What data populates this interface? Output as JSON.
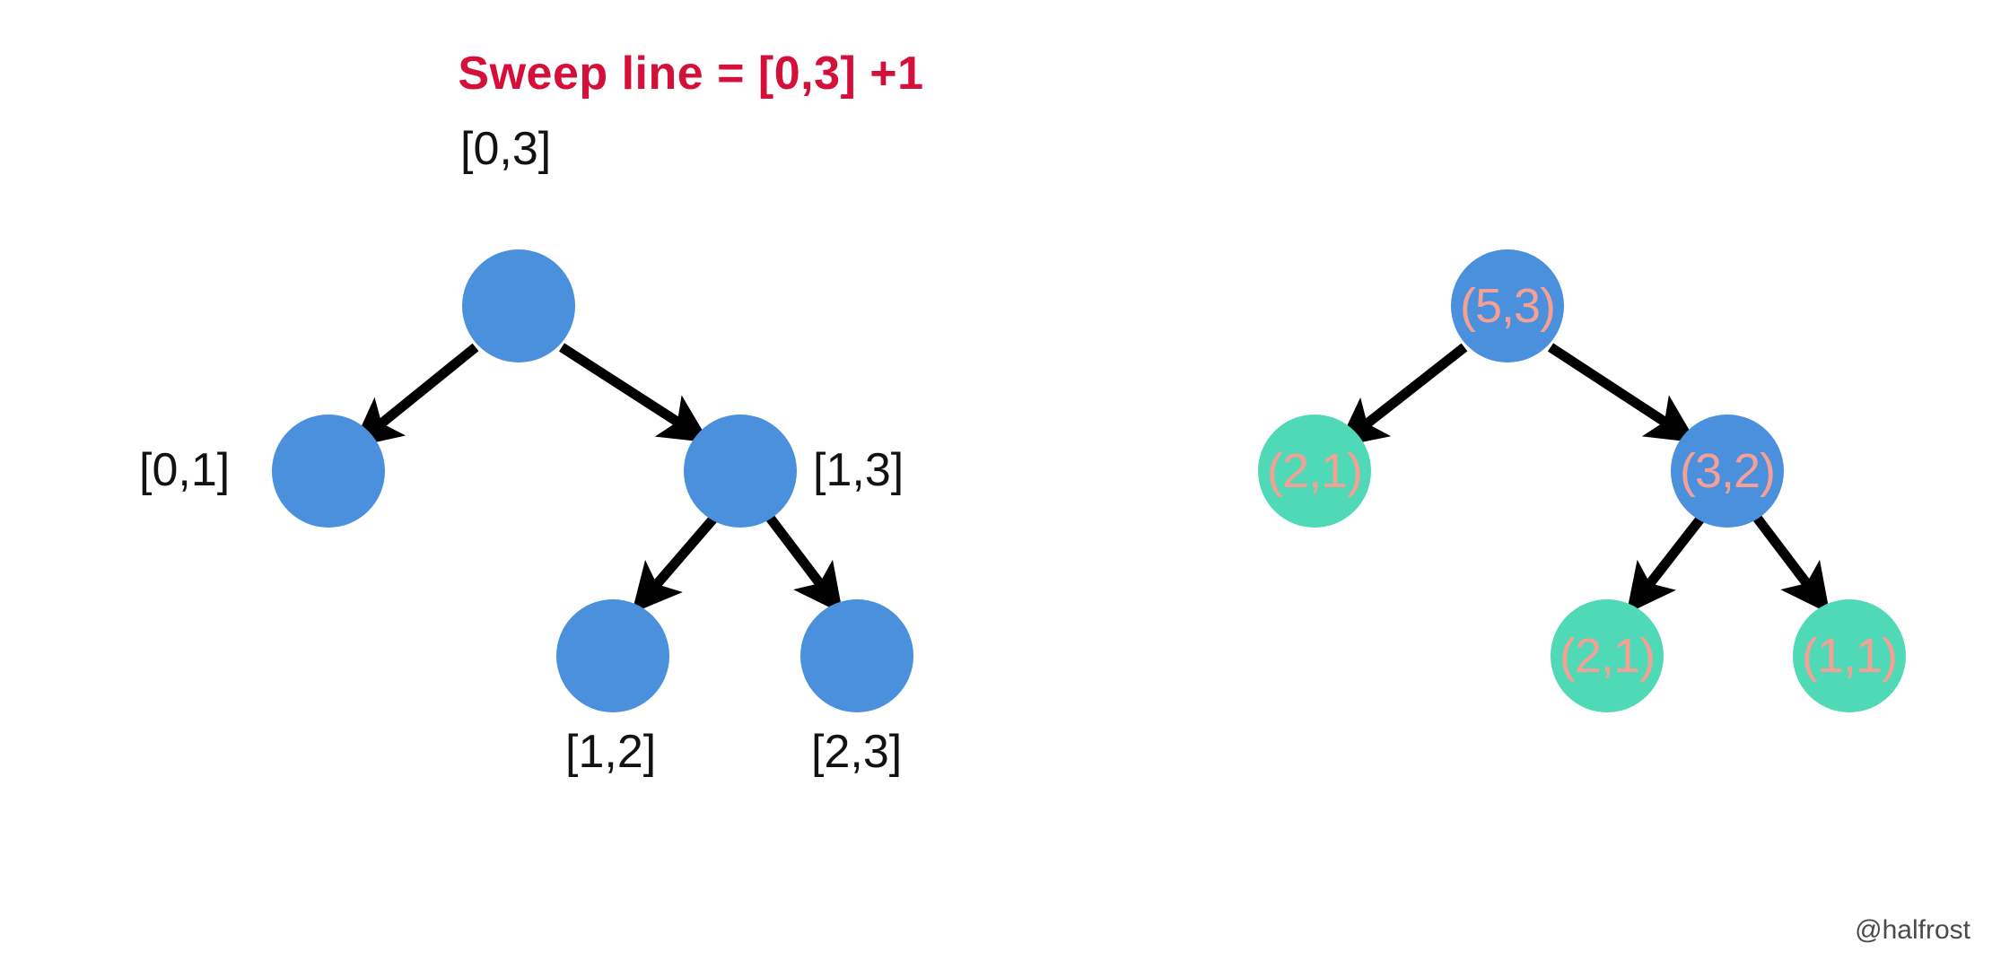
{
  "title": {
    "text": "Sweep line = [0,3] +1",
    "color": "#d4103a"
  },
  "palette": {
    "node_blue": "#4a90dd",
    "node_green": "#4fd9b7",
    "node_text": "#f6a094",
    "label_text": "#121212",
    "edge": "#000000",
    "background": "#ffffff",
    "watermark": "#4a4a4a"
  },
  "left_tree": {
    "caption": "interval-segment-tree",
    "nodes": [
      {
        "id": "root",
        "label": "[0,3]",
        "label_pos": "above",
        "color": "blue"
      },
      {
        "id": "left",
        "label": "[0,1]",
        "label_pos": "left",
        "color": "blue"
      },
      {
        "id": "right",
        "label": "[1,3]",
        "label_pos": "right",
        "color": "blue"
      },
      {
        "id": "rl",
        "label": "[1,2]",
        "label_pos": "below",
        "color": "blue"
      },
      {
        "id": "rr",
        "label": "[2,3]",
        "label_pos": "below",
        "color": "blue"
      }
    ],
    "edges": [
      {
        "from": "root",
        "to": "left"
      },
      {
        "from": "root",
        "to": "right"
      },
      {
        "from": "right",
        "to": "rl"
      },
      {
        "from": "right",
        "to": "rr"
      }
    ]
  },
  "right_tree": {
    "caption": "value-segment-tree",
    "nodes": [
      {
        "id": "root",
        "value": "(5,3)",
        "color": "blue"
      },
      {
        "id": "left",
        "value": "(2,1)",
        "color": "green"
      },
      {
        "id": "right",
        "value": "(3,2)",
        "color": "blue"
      },
      {
        "id": "rl",
        "value": "(2,1)",
        "color": "green"
      },
      {
        "id": "rr",
        "value": "(1,1)",
        "color": "green"
      }
    ],
    "edges": [
      {
        "from": "root",
        "to": "left"
      },
      {
        "from": "root",
        "to": "right"
      },
      {
        "from": "right",
        "to": "rl"
      },
      {
        "from": "right",
        "to": "rr"
      }
    ]
  },
  "watermark": {
    "text": "@halfrost"
  }
}
